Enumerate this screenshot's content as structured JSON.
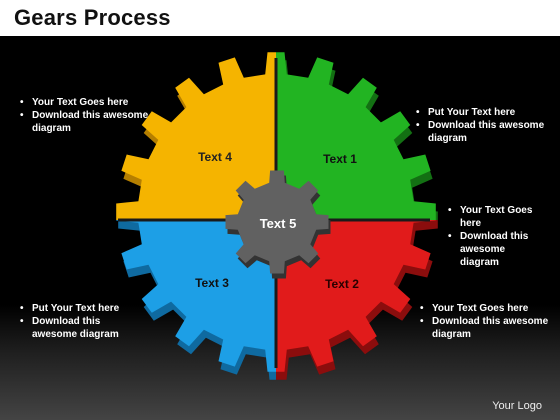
{
  "title": "Gears Process",
  "segments": [
    {
      "label": "Text 1",
      "color": "#22b422"
    },
    {
      "label": "Text 2",
      "color": "#e11b1b"
    },
    {
      "label": "Text 3",
      "color": "#1d9fe6"
    },
    {
      "label": "Text 4",
      "color": "#f5b400"
    },
    {
      "label": "Text 5",
      "color": "#616161"
    }
  ],
  "callouts": {
    "top_left": [
      "Your Text Goes here",
      "Download this awesome diagram"
    ],
    "top_right": [
      "Put Your Text  here",
      "Download this awesome diagram"
    ],
    "mid_right": [
      "Your Text Goes here",
      "Download this awesome diagram"
    ],
    "bottom_left": [
      "Put Your Text  here",
      "Download this awesome diagram"
    ],
    "bottom_right": [
      "Your Text Goes here",
      "Download this awesome diagram"
    ]
  },
  "logo": "Your Logo"
}
